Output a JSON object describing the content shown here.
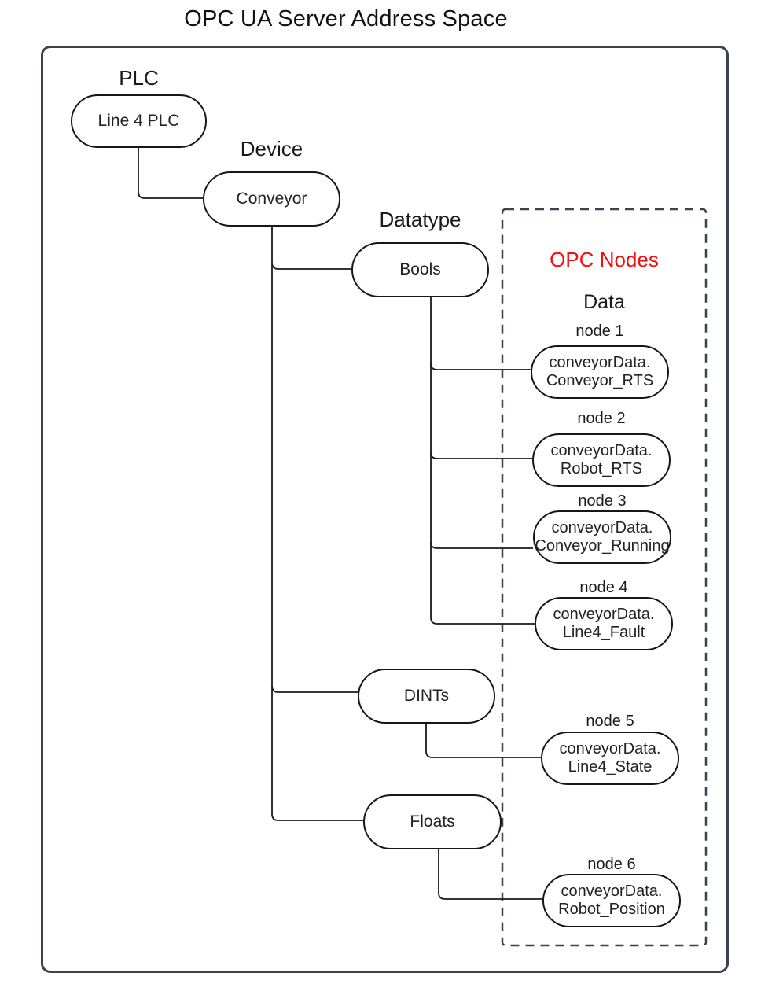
{
  "title": "OPC UA Server Address Space",
  "colors": {
    "frame": "#3a4450",
    "connector": "#1a1a1a",
    "node_border": "#161616",
    "opc_nodes_title": "#f30e0e",
    "text": "#222222",
    "background": "#ffffff"
  },
  "tree": {
    "plc": {
      "group_label": "PLC",
      "node": "Line 4 PLC"
    },
    "device": {
      "group_label": "Device",
      "node": "Conveyor"
    },
    "datatype": {
      "group_label": "Datatype",
      "types": [
        "Bools",
        "DINTs",
        "Floats"
      ]
    }
  },
  "opc_box": {
    "title": "OPC Nodes",
    "subtitle": "Data",
    "nodes": [
      {
        "label": "node 1",
        "line1": "conveyorData.",
        "line2": "Conveyor_RTS",
        "parent": "Bools"
      },
      {
        "label": "node 2",
        "line1": "conveyorData.",
        "line2": "Robot_RTS",
        "parent": "Bools"
      },
      {
        "label": "node 3",
        "line1": "conveyorData.",
        "line2": "Conveyor_Running",
        "parent": "Bools"
      },
      {
        "label": "node 4",
        "line1": "conveyorData.",
        "line2": "Line4_Fault",
        "parent": "Bools"
      },
      {
        "label": "node 5",
        "line1": "conveyorData.",
        "line2": "Line4_State",
        "parent": "DINTs"
      },
      {
        "label": "node 6",
        "line1": "conveyorData.",
        "line2": "Robot_Position",
        "parent": "Floats"
      }
    ]
  }
}
